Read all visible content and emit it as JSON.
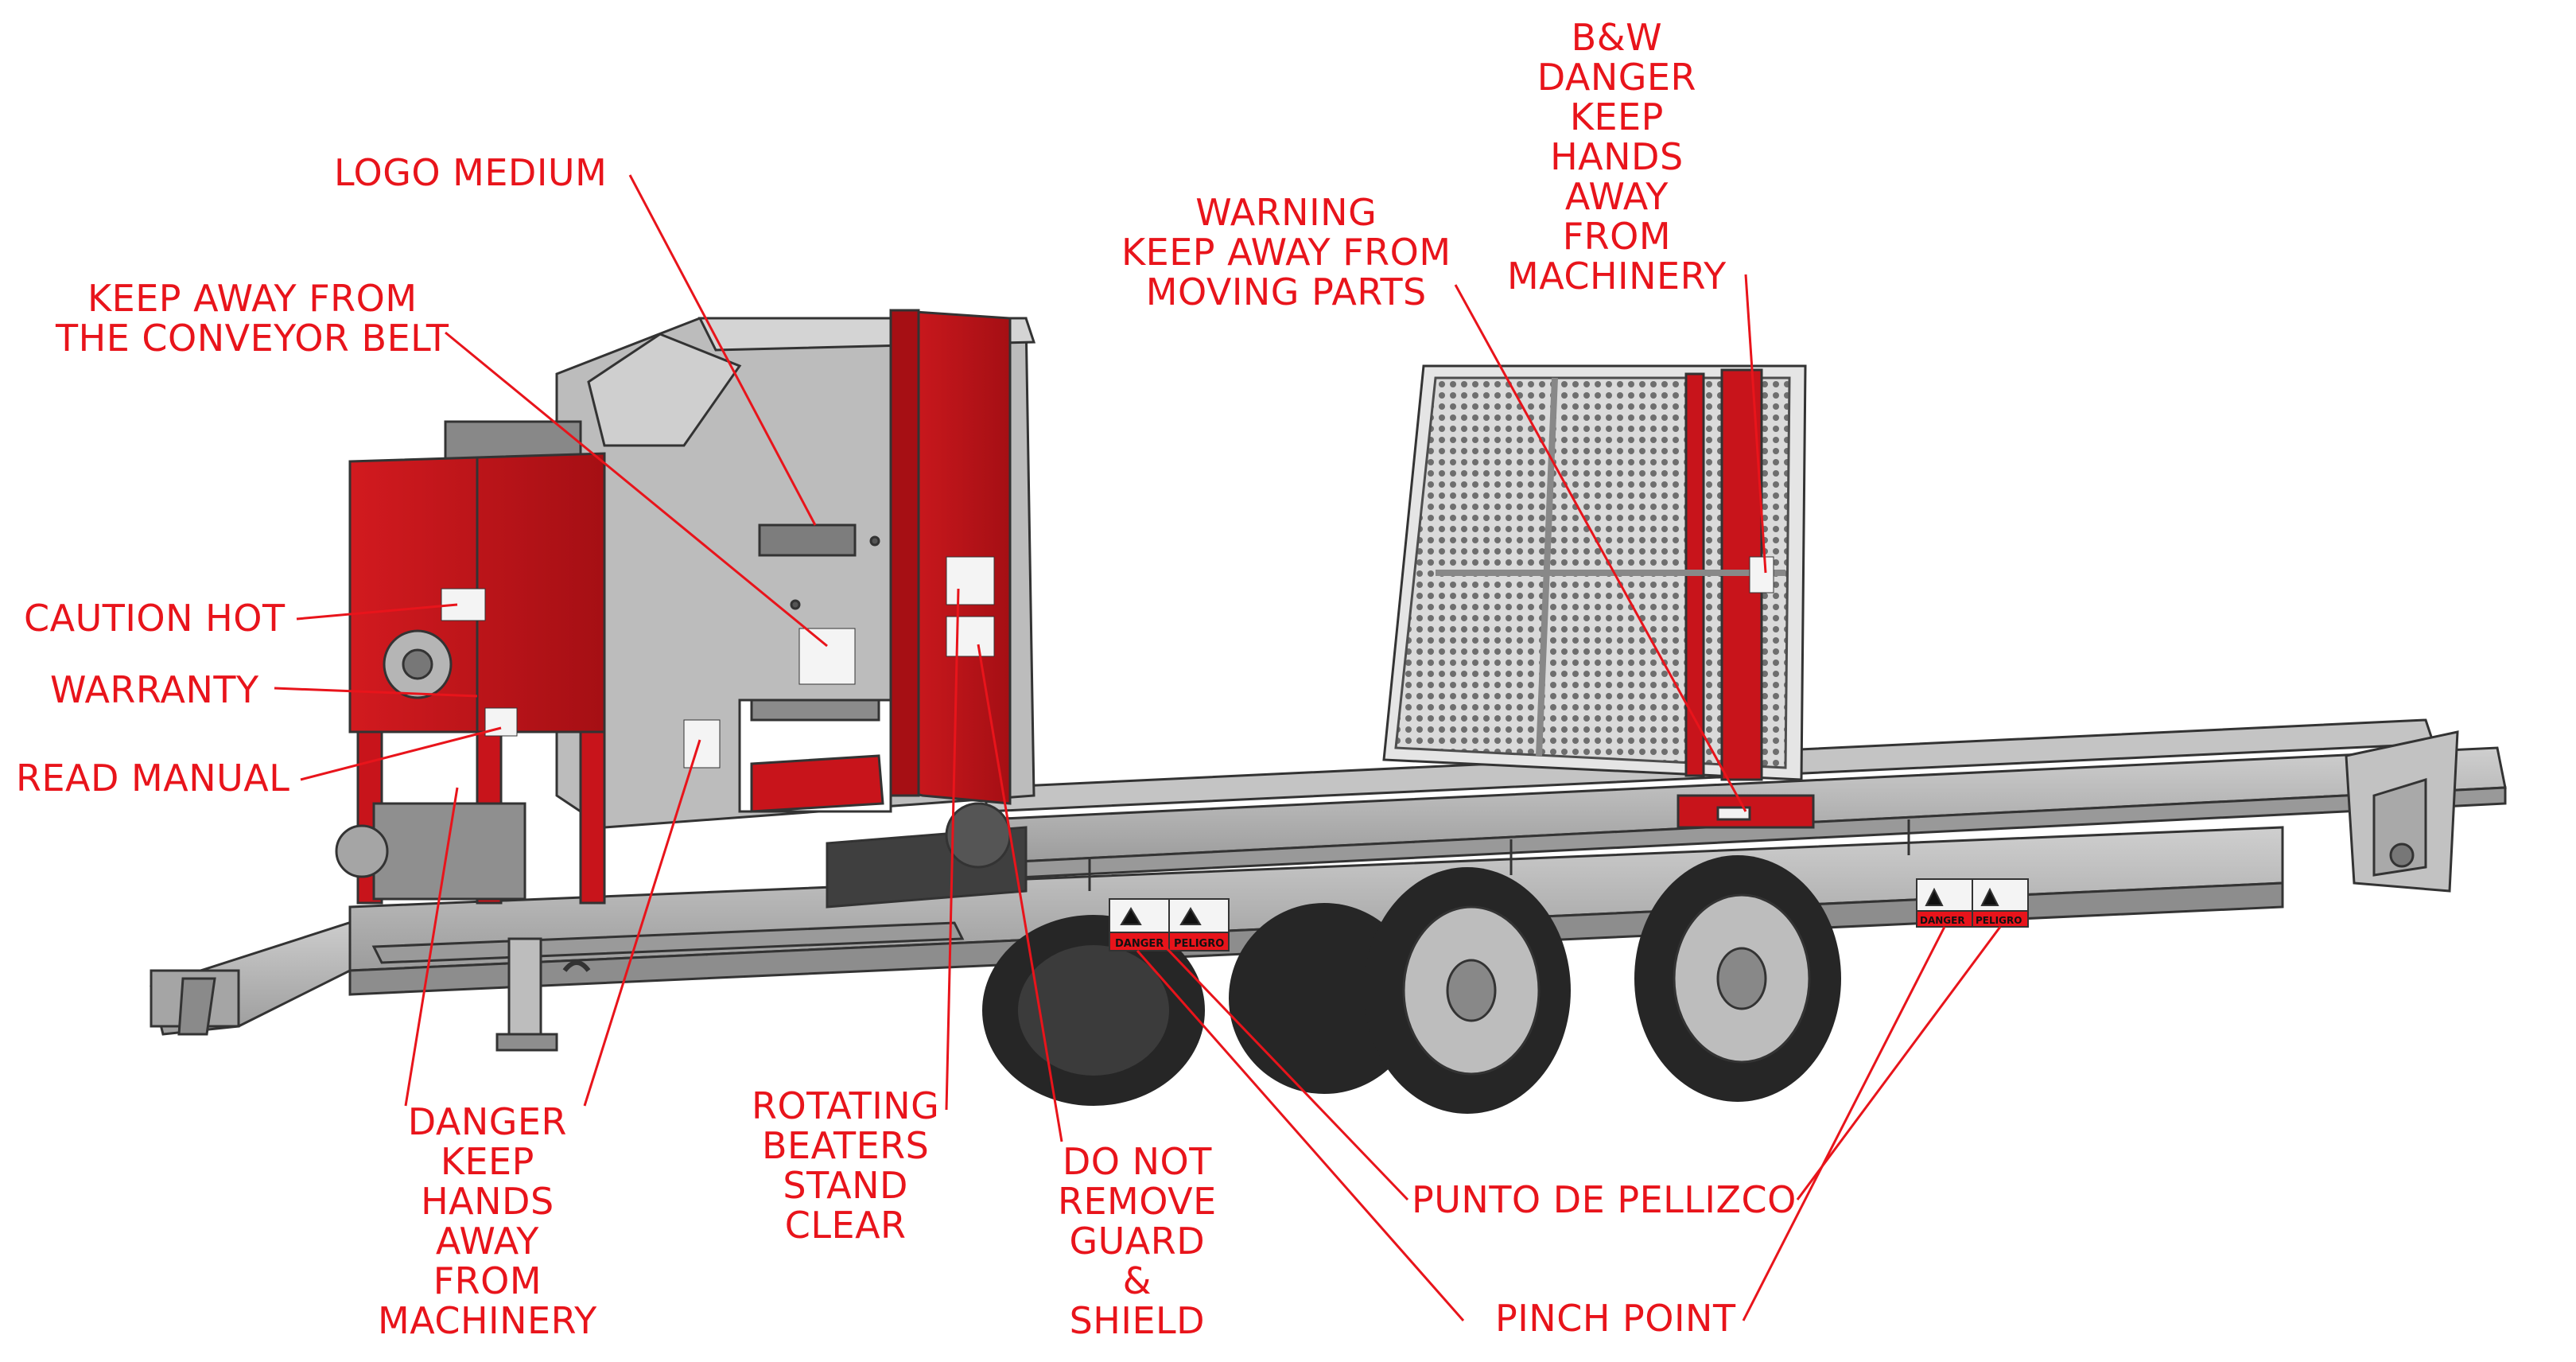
{
  "diagram": {
    "labels": {
      "logo_medium": "LOGO MEDIUM",
      "keep_away_conveyor": "KEEP AWAY FROM\nTHE CONVEYOR BELT",
      "caution_hot": "CAUTION HOT",
      "warranty": "WARRANTY",
      "read_manual": "READ MANUAL",
      "danger_hands_left": "DANGER\nKEEP\nHANDS\nAWAY\nFROM\nMACHINERY",
      "rotating_beaters": "ROTATING\nBEATERS\nSTAND\nCLEAR",
      "do_not_remove": "DO NOT\nREMOVE\nGUARD\n&\nSHIELD",
      "punto_de_pellizco": "PUNTO DE PELLIZCO",
      "pinch_point": "PINCH POINT",
      "warning_moving_parts": "WARNING\nKEEP AWAY FROM\nMOVING PARTS",
      "bw_danger_hands": "B&W\nDANGER\nKEEP\nHANDS\nAWAY\nFROM\nMACHINERY"
    },
    "decals": {
      "danger": "DANGER",
      "peligro": "PELIGRO",
      "pinch_point": "PINCH\nPOINT",
      "punto_de_pellizco": "PUNTO DE\nPELLIZCO"
    },
    "colors": {
      "label_red": "#e8141b",
      "machine_red": "#c8141b",
      "frame_gray": "#b8b8b8",
      "dark_gray": "#6e6e6e",
      "tire_black": "#262626"
    }
  }
}
